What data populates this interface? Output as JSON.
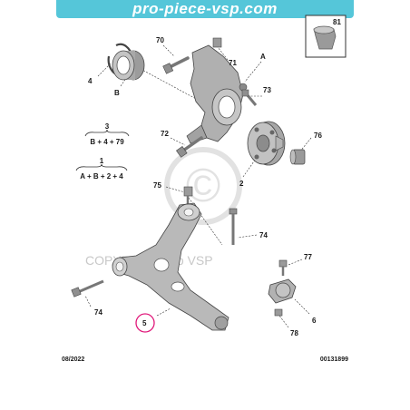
{
  "header": {
    "site": "pro-piece-vsp.com"
  },
  "watermark": {
    "text": "COPYRIGHT Pro VSP",
    "symbol": "©"
  },
  "colors": {
    "banner": "#55c6d9",
    "highlight": "#e0187a",
    "part_gray": "#b8b8b8"
  },
  "inset": {
    "label": "81"
  },
  "formulas": [
    {
      "number": "3",
      "expression": "B + 4 + 79"
    },
    {
      "number": "1",
      "expression": "A + B + 2 + 4"
    }
  ],
  "callouts": {
    "c70": "70",
    "c71": "71",
    "cA": "A",
    "c4": "4",
    "cB": "B",
    "c73": "73",
    "c72": "72",
    "c76": "76",
    "c2": "2",
    "c75": "75",
    "c74a": "74",
    "c77": "77",
    "c74b": "74",
    "c5": "5",
    "c6": "6",
    "c78": "78"
  },
  "footer": {
    "date": "08/2022",
    "reference": "00131899"
  }
}
